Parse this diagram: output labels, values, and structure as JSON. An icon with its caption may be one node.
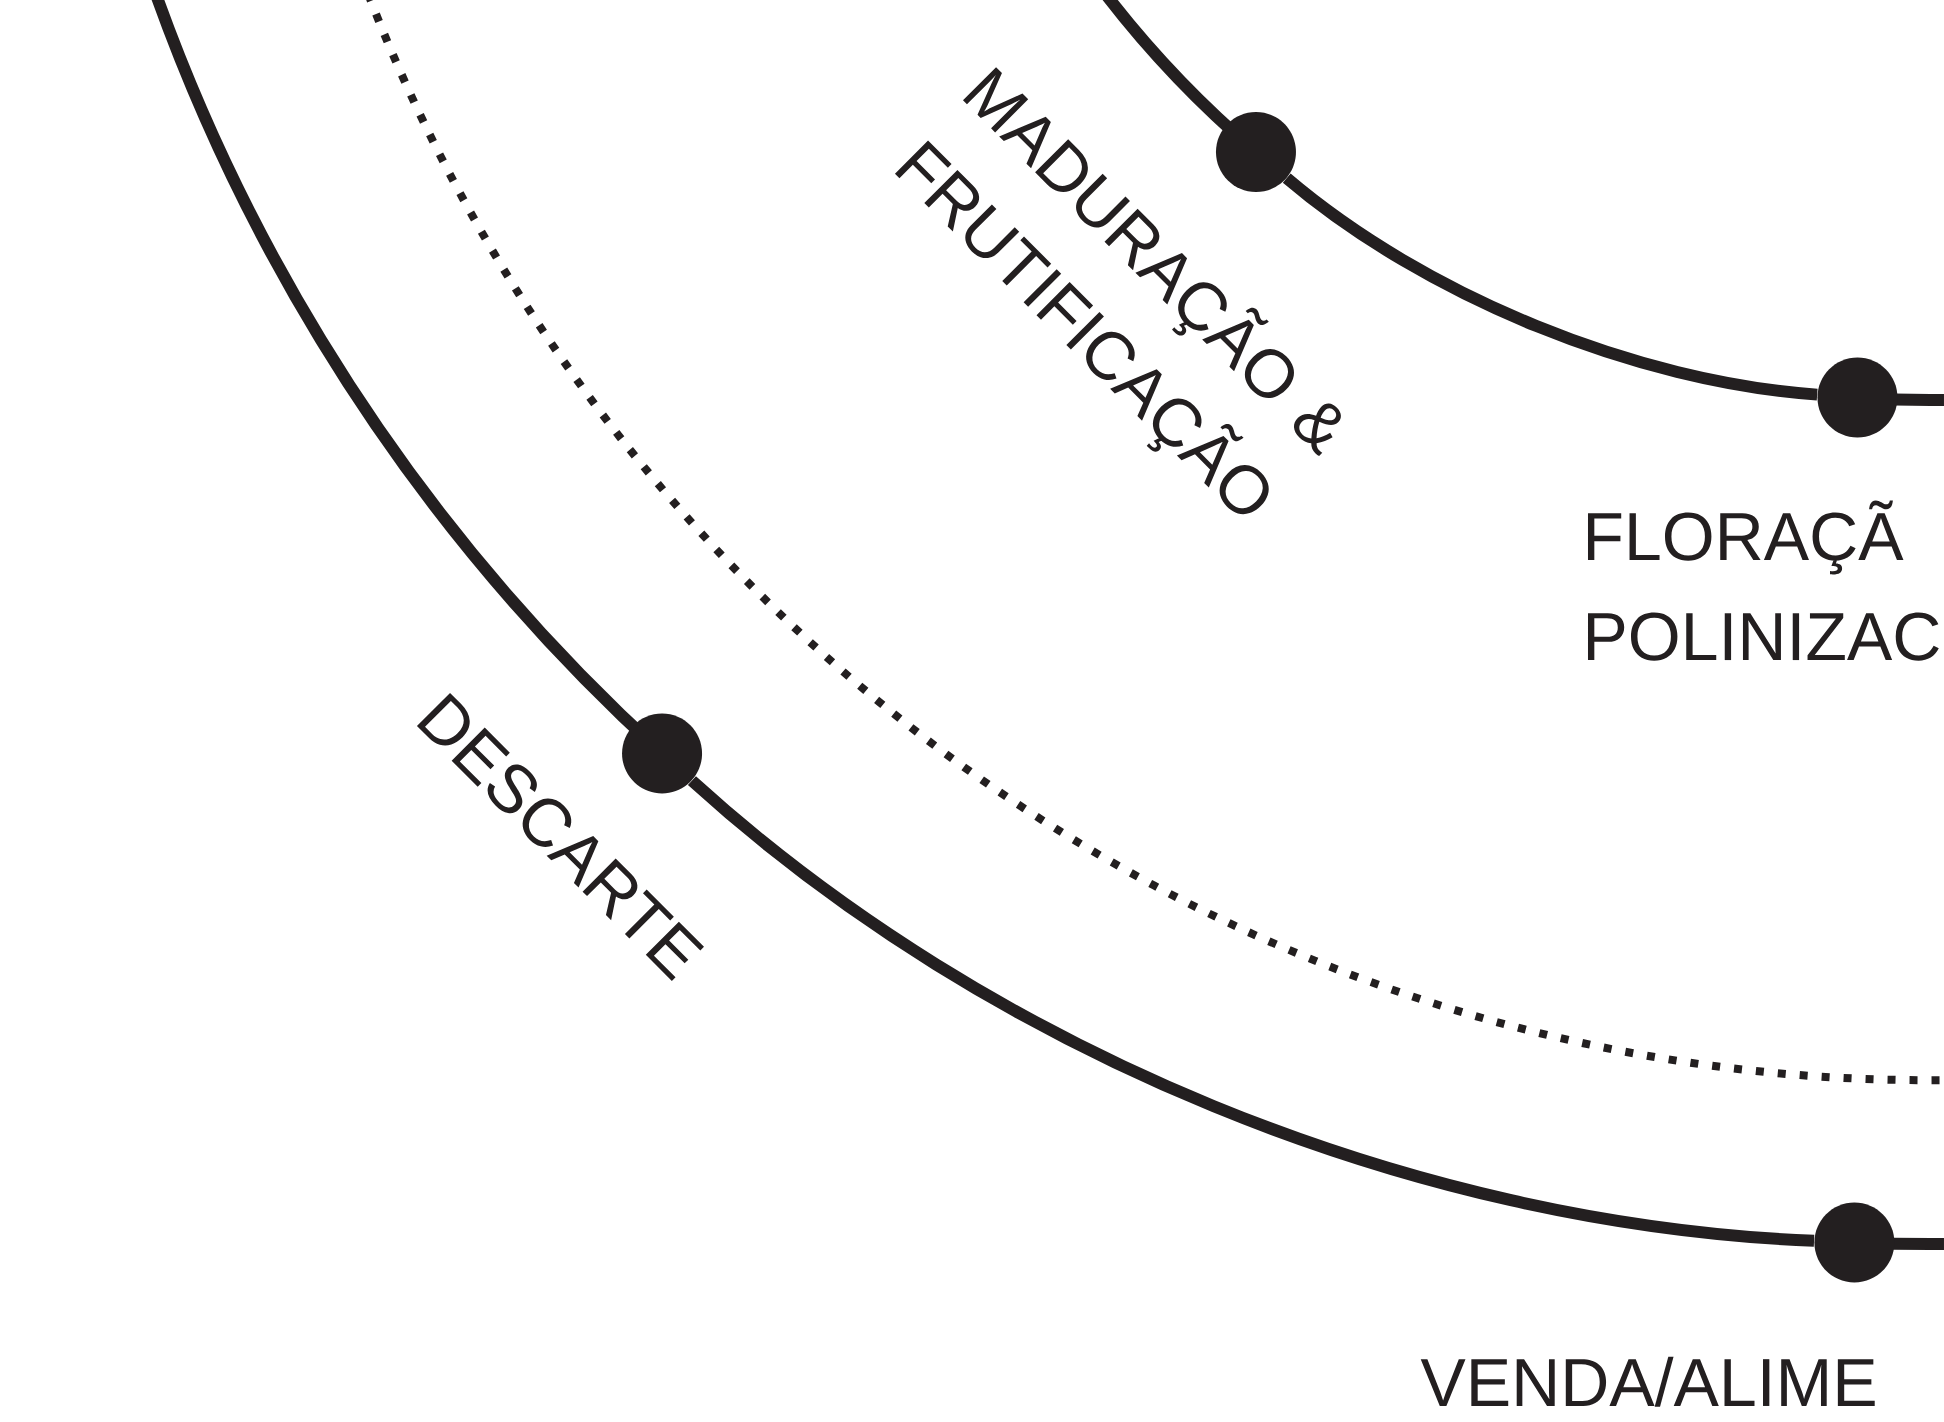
{
  "diagram": {
    "nodes": [
      {
        "text": [],
        "shape": "circle",
        "beside": [
          "MADURAÇÃO & FRUTIFICAÇÃO"
        ]
      },
      {
        "text": [],
        "shape": "circle",
        "beside": [
          "FLORAÇÃ POLINIZAC"
        ]
      },
      {
        "text": [],
        "shape": "circle",
        "beside": [
          "DESCARTE"
        ]
      },
      {
        "text": [],
        "shape": "circle",
        "beside": [
          "VENDA/ALIME"
        ]
      }
    ],
    "edges": [
      {
        "from": 0,
        "to": 1,
        "arrow": "none"
      },
      {
        "from": 2,
        "to": 3,
        "arrow": "none"
      }
    ]
  }
}
